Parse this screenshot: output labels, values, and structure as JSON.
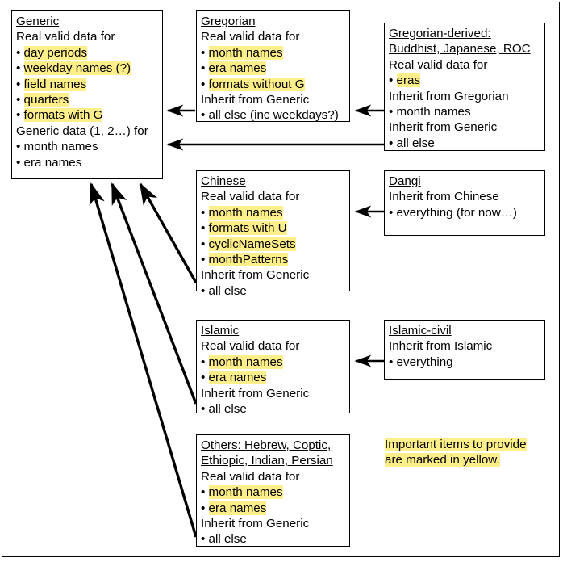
{
  "diagram": {
    "title": "CLDR calendar data inheritance diagram",
    "note": {
      "line1": "Important items to provide",
      "line2": "are marked in yellow."
    },
    "highlight_color": "#ffef8a",
    "line_color": "#000000",
    "boxes": {
      "generic": {
        "title": "Generic",
        "lines": [
          {
            "text": "Real valid data for",
            "bullet": false,
            "highlight": false
          },
          {
            "text": "day periods",
            "bullet": true,
            "highlight": true
          },
          {
            "text": "weekday names (?)",
            "bullet": true,
            "highlight": true
          },
          {
            "text": "field names",
            "bullet": true,
            "highlight": true
          },
          {
            "text": "quarters",
            "bullet": true,
            "highlight": true
          },
          {
            "text": "formats with G",
            "bullet": true,
            "highlight": true
          },
          {
            "text": "Generic data (1, 2…) for",
            "bullet": false,
            "highlight": false
          },
          {
            "text": "month names",
            "bullet": true,
            "highlight": false
          },
          {
            "text": "era names",
            "bullet": true,
            "highlight": false
          }
        ]
      },
      "gregorian": {
        "title": "Gregorian",
        "lines": [
          {
            "text": "Real valid data for",
            "bullet": false,
            "highlight": false
          },
          {
            "text": "month names",
            "bullet": true,
            "highlight": true
          },
          {
            "text": "era names",
            "bullet": true,
            "highlight": true
          },
          {
            "text": "formats without G",
            "bullet": true,
            "highlight": true
          },
          {
            "text": "Inherit from Generic",
            "bullet": false,
            "highlight": false
          },
          {
            "text": "all else (inc weekdays?)",
            "bullet": true,
            "highlight": false
          }
        ]
      },
      "gregorian_derived": {
        "title": "Gregorian-derived:",
        "title2": "Buddhist, Japanese, ROC",
        "lines": [
          {
            "text": "Real valid data for",
            "bullet": false,
            "highlight": false
          },
          {
            "text": "eras",
            "bullet": true,
            "highlight": true
          },
          {
            "text": "Inherit from Gregorian",
            "bullet": false,
            "highlight": false
          },
          {
            "text": "month names",
            "bullet": true,
            "highlight": false
          },
          {
            "text": "Inherit from Generic",
            "bullet": false,
            "highlight": false
          },
          {
            "text": "all else",
            "bullet": true,
            "highlight": false
          }
        ]
      },
      "chinese": {
        "title": "Chinese",
        "lines": [
          {
            "text": "Real valid data for",
            "bullet": false,
            "highlight": false
          },
          {
            "text": "month names",
            "bullet": true,
            "highlight": true
          },
          {
            "text": "formats with U",
            "bullet": true,
            "highlight": true
          },
          {
            "text": "cyclicNameSets",
            "bullet": true,
            "highlight": true
          },
          {
            "text": "monthPatterns",
            "bullet": true,
            "highlight": true
          },
          {
            "text": "Inherit from Generic",
            "bullet": false,
            "highlight": false
          },
          {
            "text": "all else",
            "bullet": true,
            "highlight": false
          }
        ]
      },
      "dangi": {
        "title": "Dangi",
        "lines": [
          {
            "text": "Inherit from Chinese",
            "bullet": false,
            "highlight": false
          },
          {
            "text": "everything (for now…)",
            "bullet": true,
            "highlight": false
          }
        ]
      },
      "islamic": {
        "title": "Islamic",
        "lines": [
          {
            "text": "Real valid data for",
            "bullet": false,
            "highlight": false
          },
          {
            "text": "month names",
            "bullet": true,
            "highlight": true
          },
          {
            "text": "era names",
            "bullet": true,
            "highlight": true
          },
          {
            "text": "Inherit from Generic",
            "bullet": false,
            "highlight": false
          },
          {
            "text": "all else",
            "bullet": true,
            "highlight": false
          }
        ]
      },
      "islamic_civil": {
        "title": "Islamic-civil",
        "lines": [
          {
            "text": "Inherit from Islamic",
            "bullet": false,
            "highlight": false
          },
          {
            "text": "everything",
            "bullet": true,
            "highlight": false
          }
        ]
      },
      "others": {
        "title": "Others: Hebrew, Coptic,",
        "title2": "Ethiopic, Indian, Persian",
        "lines": [
          {
            "text": "Real valid data for",
            "bullet": false,
            "highlight": false
          },
          {
            "text": "month names",
            "bullet": true,
            "highlight": true
          },
          {
            "text": "era names",
            "bullet": true,
            "highlight": true
          },
          {
            "text": "Inherit from Generic",
            "bullet": false,
            "highlight": false
          },
          {
            "text": "all else",
            "bullet": true,
            "highlight": false
          }
        ]
      }
    },
    "arrows": [
      {
        "name": "gregorian-to-generic",
        "from": "gregorian",
        "to": "generic"
      },
      {
        "name": "gregorian-derived-to-generic",
        "from": "gregorian_derived",
        "to": "generic"
      },
      {
        "name": "gregorian-derived-to-gregorian",
        "from": "gregorian_derived",
        "to": "gregorian"
      },
      {
        "name": "dangi-to-chinese",
        "from": "dangi",
        "to": "chinese"
      },
      {
        "name": "islamic-civil-to-islamic",
        "from": "islamic_civil",
        "to": "islamic"
      },
      {
        "name": "chinese-to-generic",
        "from": "chinese",
        "to": "generic"
      },
      {
        "name": "islamic-to-generic",
        "from": "islamic",
        "to": "generic"
      },
      {
        "name": "others-to-generic",
        "from": "others",
        "to": "generic"
      }
    ]
  }
}
